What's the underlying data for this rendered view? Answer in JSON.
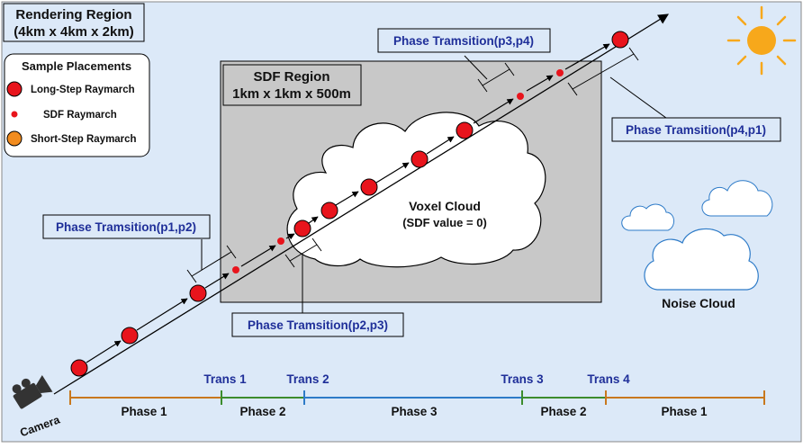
{
  "colors": {
    "background": "#dce9f8",
    "sdf_region": "#c8c8c8",
    "cloud_fill": "#ffffff",
    "sample_red": "#e8141c",
    "sample_orange": "#f28c1e",
    "phase1_line": "#c8781e",
    "phase2_line": "#3c8c2d",
    "phase3_line": "#2e7bc8",
    "trans_label": "#1f2f99",
    "sun": "#f7a81b"
  },
  "rendering_region": {
    "title": "Rendering Region",
    "size": "(4km x 4km x 2km)"
  },
  "legend": {
    "title": "Sample Placements",
    "items": [
      {
        "label": "Long-Step Raymarch",
        "icon": "large-red-circle-icon"
      },
      {
        "label": "SDF Raymarch",
        "icon": "small-red-dot-icon"
      },
      {
        "label": "Short-Step Raymarch",
        "icon": "orange-circle-icon"
      }
    ]
  },
  "sdf_region": {
    "title": "SDF Region",
    "size": "1km x 1km x 500m"
  },
  "voxel_cloud": {
    "title": "Voxel Cloud",
    "subtitle": "(SDF value = 0)"
  },
  "noise_cloud": {
    "label": "Noise Cloud"
  },
  "camera": {
    "label": "Camera"
  },
  "phase_transitions": [
    {
      "id": "p1p2",
      "label": "Phase Tramsition(p1,p2)"
    },
    {
      "id": "p2p3",
      "label": "Phase Tramsition(p2,p3)"
    },
    {
      "id": "p3p4",
      "label": "Phase Tramsition(p3,p4)"
    },
    {
      "id": "p4p1",
      "label": "Phase Tramsition(p4,p1)"
    }
  ],
  "timeline": {
    "trans_labels": [
      "Trans 1",
      "Trans 2",
      "Trans 3",
      "Trans 4"
    ],
    "phase_labels": [
      "Phase 1",
      "Phase 2",
      "Phase 3",
      "Phase 2",
      "Phase 1"
    ]
  }
}
